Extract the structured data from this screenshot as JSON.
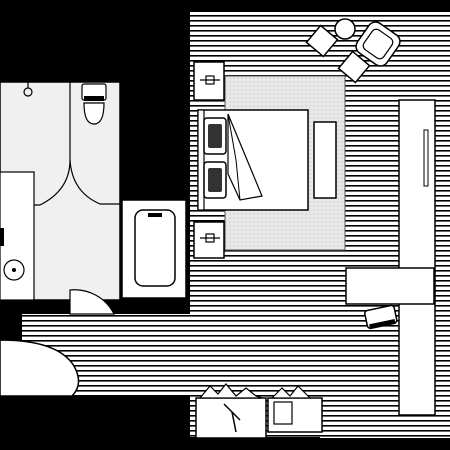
{
  "floorplan": {
    "title": "",
    "rooms": [
      "bedroom",
      "bathroom",
      "toilet",
      "washbasin",
      "bathtub",
      "corridor"
    ],
    "furniture": [
      "double-bed",
      "pillows",
      "nightstands",
      "rug",
      "armchair",
      "side-table",
      "desk",
      "desk-chair",
      "wardrobe",
      "sofa-bench",
      "dresser"
    ],
    "colors": {
      "wall": "#000000",
      "floor": "#ffffff",
      "tile": "#f0f0f0",
      "rug": "#e6e6e6",
      "stripe": "#000000"
    }
  }
}
